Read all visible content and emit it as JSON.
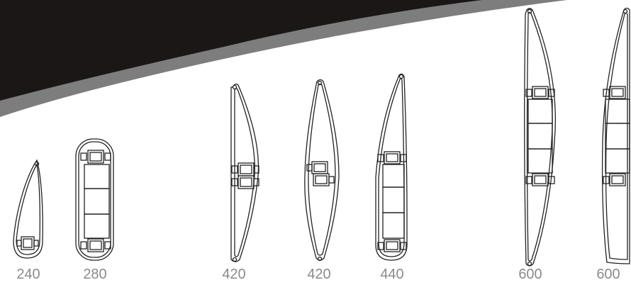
{
  "colors": {
    "banner_dark": "#1a1716",
    "banner_grey": "#7d7d7d",
    "outline": "#222222",
    "label": "#8a8a8a",
    "background": "#ffffff"
  },
  "profiles": [
    {
      "id": "p240a",
      "label": "240"
    },
    {
      "id": "p280",
      "label": "280"
    },
    {
      "id": "p420a",
      "label": "420"
    },
    {
      "id": "p420b",
      "label": "420"
    },
    {
      "id": "p440",
      "label": "440"
    },
    {
      "id": "p600a",
      "label": "600"
    },
    {
      "id": "p600b",
      "label": "600"
    }
  ]
}
